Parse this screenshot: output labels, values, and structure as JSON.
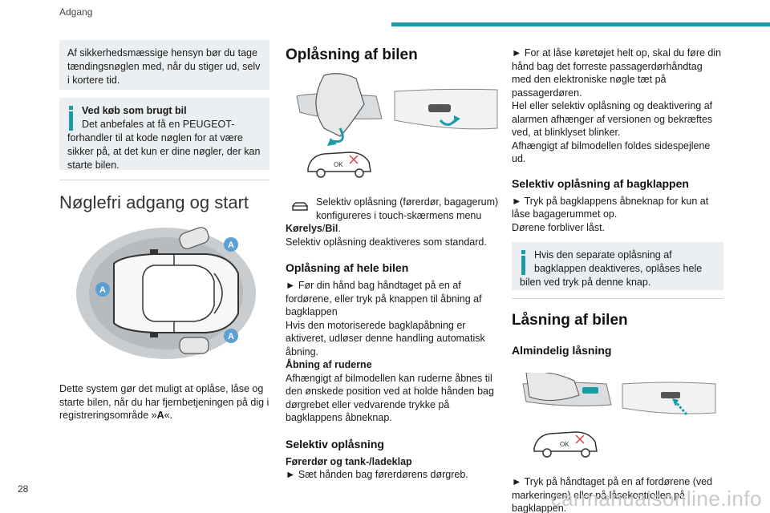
{
  "header": {
    "section": "Adgang",
    "accent_color": "#1c9aa6"
  },
  "footer": {
    "page_number": "28",
    "watermark": "carmanualsonline.info"
  },
  "col1": {
    "note1": "Af sikkerhedsmæssige hensyn bør du tage tændingsnøglen med, når du stiger ud, selv i kortere tid.",
    "note2_title": "Ved køb som brugt bil",
    "note2_body": "Det anbefales at få en PEUGEOT-forhandler til at kode nøglen for at være sikker på, at det kun er dine nøgler, der kan starte bilen.",
    "heading": "Nøglefri adgang og start",
    "zone_label": "A",
    "body_pre": "Dette system gør det muligt at oplåse, låse og starte bilen, når du har fjernbetjeningen på dig i registreringsområde »",
    "body_bold": "A",
    "body_post": "«."
  },
  "col2": {
    "heading": "Oplåsning af bilen",
    "ok_label": "OK",
    "menu_note_line1": "Selektiv oplåsning (førerdør, bagagerum)",
    "menu_note_line2": "konfigureres i touch-skærmens menu",
    "menu_path_1": "Kørelys",
    "menu_path_sep": "/",
    "menu_path_2": "Bil",
    "menu_path_end": ".",
    "menu_default": "Selektiv oplåsning deaktiveres som standard.",
    "sub1": "Oplåsning af hele bilen",
    "sub1_p1": "► Før din hånd bag håndtaget på en af fordørene, eller tryk på knappen til åbning af bagklappen",
    "sub1_p2": "Hvis den motoriserede bagklapåbning er aktiveret, udløser denne handling automatisk åbning.",
    "sub1_bold": "Åbning af ruderne",
    "sub1_p3": "Afhængigt af bilmodellen kan ruderne åbnes til den ønskede position ved at holde hånden bag dørgrebet eller vedvarende trykke på bagklappens åbneknap.",
    "sub2": "Selektiv oplåsning",
    "sub2_bold": "Førerdør og tank-/ladeklap",
    "sub2_p1": "► Sæt hånden bag førerdørens dørgreb."
  },
  "col3": {
    "p1": "► For at låse køretøjet helt op, skal du føre din hånd bag det forreste passagerdørhåndtag med den elektroniske nøgle tæt på passagerdøren.",
    "p2": "Hel eller selektiv oplåsning og deaktivering af alarmen afhænger af versionen og bekræftes ved, at blinklyset blinker.",
    "p3": "Afhængigt af bilmodellen foldes sidespejlene ud.",
    "sub1": "Selektiv oplåsning af bagklappen",
    "sub1_p1": "► Tryk på bagklappens åbneknap for kun at låse bagagerummet op.",
    "sub1_p2": "Dørene forbliver låst.",
    "info_note": "Hvis den separate oplåsning af bagklappen deaktiveres, oplåses hele bilen ved tryk på denne knap.",
    "heading": "Låsning af bilen",
    "sub2": "Almindelig låsning",
    "ok_label": "OK",
    "sub2_p1": "► Tryk på håndtaget på en af fordørene (ved markeringen) eller på låsekontrollen på bagklappen."
  }
}
